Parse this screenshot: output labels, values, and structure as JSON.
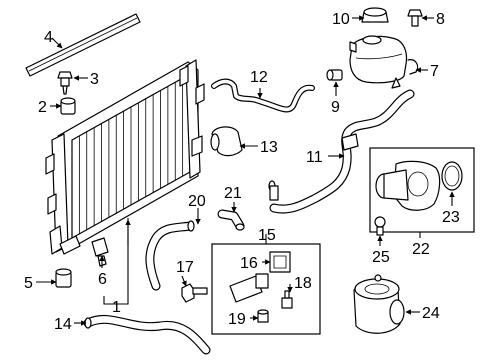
{
  "callouts": {
    "c1": "1",
    "c2": "2",
    "c3": "3",
    "c4": "4",
    "c5": "5",
    "c6": "6",
    "c7": "7",
    "c8": "8",
    "c9": "9",
    "c10": "10",
    "c11": "11",
    "c12": "12",
    "c13": "13",
    "c14": "14",
    "c15": "15",
    "c16": "16",
    "c17": "17",
    "c18": "18",
    "c19": "19",
    "c20": "20",
    "c21": "21",
    "c22": "22",
    "c23": "23",
    "c24": "24",
    "c25": "25"
  },
  "colors": {
    "line": "#000000",
    "background": "#ffffff"
  }
}
